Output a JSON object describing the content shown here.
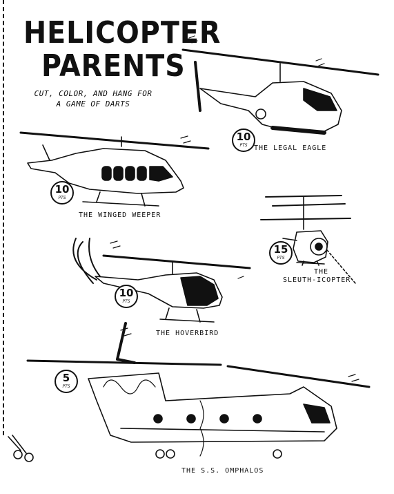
{
  "title": {
    "line1": "HELICOPTER",
    "line2": "PARENTS"
  },
  "subtitle": {
    "line1": "CUT, COLOR, AND HANG FOR",
    "line2": "A GAME OF DARTS"
  },
  "helicopters": [
    {
      "name": "THE LEGAL EAGLE",
      "points": "10",
      "unit": "PTS"
    },
    {
      "name": "THE WINGED WEEPER",
      "points": "10",
      "unit": "PTS"
    },
    {
      "name_line1": "THE",
      "name_line2": "SLEUTH-ICOPTER",
      "points": "15",
      "unit": "PTS"
    },
    {
      "name": "THE HOVERBIRD",
      "points": "10",
      "unit": "PTS"
    },
    {
      "name": "THE S.S. OMPHALOS",
      "points": "5",
      "unit": "PTS"
    }
  ],
  "icons": [
    "scissors-icon"
  ],
  "colors": {
    "ink": "#111111",
    "paper": "#ffffff"
  }
}
